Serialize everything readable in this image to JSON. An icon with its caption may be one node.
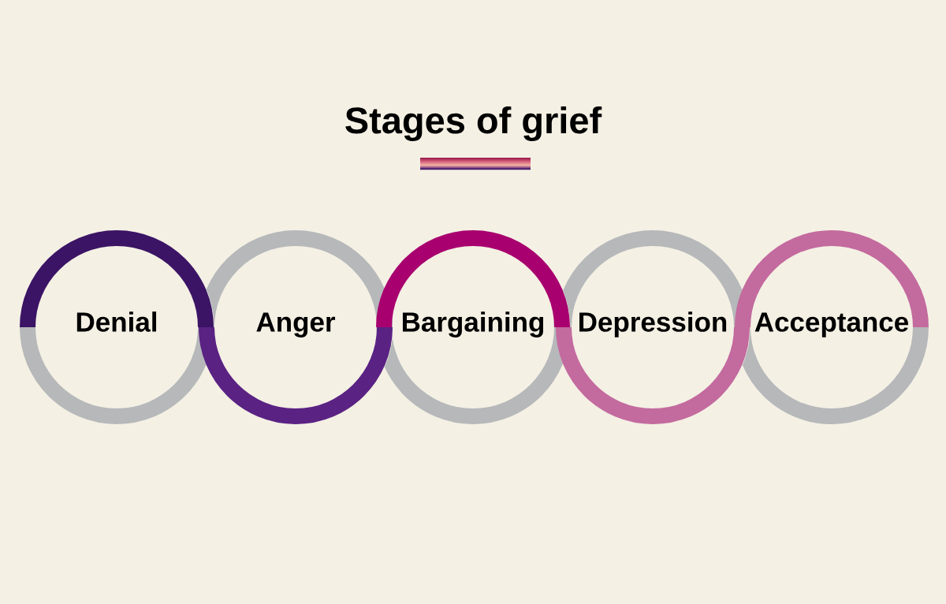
{
  "diagram": {
    "title": "Stages of grief",
    "nodes": [
      {
        "text": [
          "Denial"
        ]
      },
      {
        "text": [
          "Anger"
        ]
      },
      {
        "text": [
          "Bargaining"
        ]
      },
      {
        "text": [
          "Depression"
        ]
      },
      {
        "text": [
          "Acceptance"
        ]
      }
    ]
  }
}
